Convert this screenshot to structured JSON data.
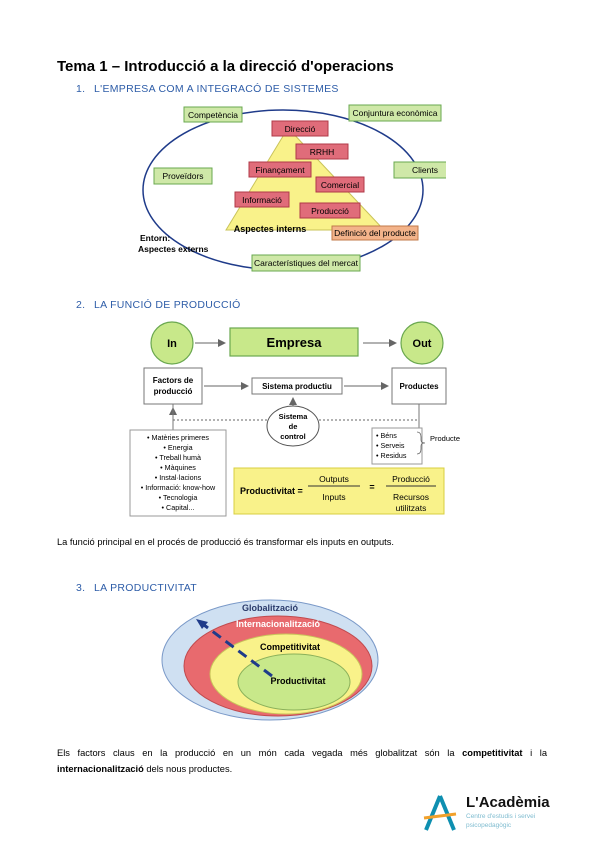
{
  "title": "Tema 1 – Introducció a la direcció d'operacions",
  "sections": [
    {
      "num": "1.",
      "label": "L'EMPRESA COM A INTEGRACÓ DE SISTEMES"
    },
    {
      "num": "2.",
      "label": "LA FUNCIÓ DE PRODUCCIÓ"
    },
    {
      "num": "3.",
      "label": "LA PRODUCTIVITAT"
    }
  ],
  "diagram1": {
    "outer_boxes": [
      "Competència",
      "Conjuntura econòmica",
      "Proveïdors",
      "Clients",
      "Característiques del mercat"
    ],
    "inner_boxes": [
      "Direcció",
      "RRHH",
      "Finançament",
      "Comercial",
      "Informació",
      "Producció",
      "Definició del producte"
    ],
    "inner_label": "Aspectes interns",
    "outer_label_1": "Entorn:",
    "outer_label_2": "Aspectes externs"
  },
  "diagram2": {
    "in": "In",
    "empresa": "Empresa",
    "out": "Out",
    "factors_1": "Factors de",
    "factors_2": "producció",
    "sistema_productiu": "Sistema productiu",
    "productes": "Productes",
    "control_1": "Sistema",
    "control_2": "de",
    "control_3": "control",
    "inputs_list": [
      "• Matèries primeres",
      "• Energia",
      "• Treball humà",
      "• Màquines",
      "• Instal·lacions",
      "• Informació: know-how",
      "• Tecnologia",
      "• Capital..."
    ],
    "outputs_list": [
      "• Béns",
      "• Serveis",
      "• Residus"
    ],
    "producte_label": "Producte",
    "productivitat_label": "Productivitat =",
    "outputs": "Outputs",
    "inputs": "Inputs",
    "equals": "=",
    "produccio": "Producció",
    "recursos_1": "Recursos",
    "recursos_2": "utilitzats"
  },
  "para1": "La funció principal en el procés de producció és transformar els inputs en outputs.",
  "diagram3": {
    "rings": [
      "Globalització",
      "Internacionalització",
      "Competitivitat",
      "Productivitat"
    ]
  },
  "para2": {
    "p1": "Els factors claus en la producció en un món cada vegada més globalitzat són la ",
    "b1": "competitivitat",
    "p2": " i la ",
    "b2": "internacionalització",
    "p3": " dels nous productes."
  },
  "logo": {
    "name": "L'Acadèmia",
    "tag_1": "Centre d'estudis i servei",
    "tag_2": "psicopedagògic",
    "color": "#0e8fb0"
  },
  "colors": {
    "green_box": "#cfe8a8",
    "green_border": "#6aa84f",
    "red_box": "#e06c7a",
    "yellow": "#f9f28a",
    "orange_box": "#f3b38a",
    "circle_green": "#c8e88a",
    "ring_red": "#e86a6e",
    "ring_blue": "#cfe0f2"
  }
}
